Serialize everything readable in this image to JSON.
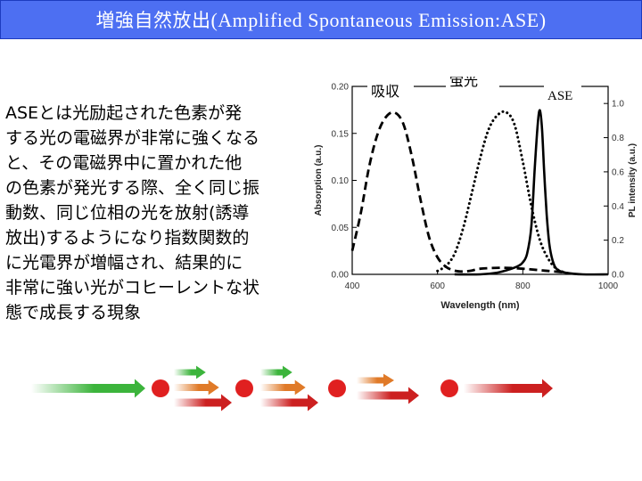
{
  "slide": {
    "title_jp": "増強自然放出",
    "title_en": "(Amplified Spontaneous Emission:ASE)",
    "body_lines": [
      "ASEとは光励起された色素が発",
      "する光の電磁界が非常に強くなる",
      "と、その電磁界中に置かれた他",
      "の色素が発光する際、全く同じ振",
      "動数、同じ位相の光を放射(誘導",
      "放出)するようになり指数関数的",
      "に光電界が増幅され、結果的に",
      "非常に強い光がコヒーレントな状",
      "態で成長する現象"
    ]
  },
  "chart_data": {
    "type": "line",
    "xlabel": "Wavelength (nm)",
    "ylabel_left": "Absorption (a.u.)",
    "ylabel_right": "PL intensity (a.u.)",
    "xlim": [
      400,
      1000
    ],
    "ylim_left": [
      0,
      0.2
    ],
    "ylim_right": [
      0,
      1.1
    ],
    "x_ticks": [
      "400",
      "600",
      "800",
      "1000"
    ],
    "y_ticks_left": [
      "0.00",
      "0.05",
      "0.10",
      "0.15",
      "0.20"
    ],
    "y_ticks_right": [
      "0.0",
      "0.2",
      "0.4",
      "0.6",
      "0.8",
      "1.0"
    ],
    "grid": false,
    "annotations": [
      "吸収",
      "蛍光",
      "ASE"
    ],
    "series": [
      {
        "name": "吸収",
        "style": "dashed",
        "axis": "left",
        "x": [
          400,
          420,
          440,
          460,
          480,
          500,
          520,
          540,
          560,
          580,
          600,
          620,
          640,
          660,
          680,
          700,
          750,
          800,
          850,
          900
        ],
        "y": [
          0.025,
          0.065,
          0.115,
          0.15,
          0.168,
          0.172,
          0.16,
          0.125,
          0.08,
          0.04,
          0.018,
          0.008,
          0.004,
          0.003,
          0.004,
          0.006,
          0.007,
          0.006,
          0.004,
          0.002
        ]
      },
      {
        "name": "蛍光",
        "style": "dotted",
        "axis": "right",
        "x": [
          600,
          620,
          640,
          660,
          680,
          700,
          720,
          740,
          760,
          780,
          800,
          820,
          840,
          860,
          880,
          900
        ],
        "y": [
          0.02,
          0.05,
          0.12,
          0.27,
          0.47,
          0.68,
          0.85,
          0.93,
          0.95,
          0.88,
          0.66,
          0.4,
          0.2,
          0.09,
          0.03,
          0.01
        ]
      },
      {
        "name": "ASE",
        "style": "solid",
        "axis": "right",
        "x": [
          640,
          700,
          740,
          770,
          790,
          800,
          810,
          820,
          828,
          835,
          840,
          845,
          850,
          856,
          862,
          870,
          880,
          900,
          940,
          1000
        ],
        "y": [
          0.0,
          0.0,
          0.01,
          0.03,
          0.05,
          0.07,
          0.12,
          0.28,
          0.62,
          0.88,
          0.96,
          0.85,
          0.6,
          0.35,
          0.18,
          0.08,
          0.03,
          0.01,
          0.0,
          0.0
        ]
      }
    ]
  },
  "diagram": {
    "colors": {
      "green": "#3cb43c",
      "orange": "#e07a28",
      "red": "#cc2020",
      "dot": "#e02020"
    },
    "stages": [
      {
        "arrows": [
          "green"
        ]
      },
      {
        "arrows": [
          "green",
          "orange",
          "red"
        ]
      },
      {
        "arrows": [
          "green",
          "orange",
          "red"
        ]
      },
      {
        "arrows": [
          "orange",
          "red"
        ]
      },
      {
        "arrows": [
          "red"
        ]
      }
    ]
  }
}
